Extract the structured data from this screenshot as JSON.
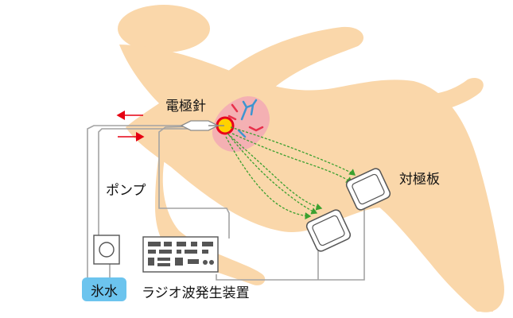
{
  "labels": {
    "needle": "電極針",
    "plate": "対極板",
    "pump": "ポンプ",
    "ice_water": "氷水",
    "generator": "ラジオ波発生装置"
  },
  "colors": {
    "body": "#fad7aa",
    "tissue": "#f4b0b3",
    "tumor_ring": "#e8001c",
    "tumor_core": "#ffd200",
    "current": "#3aa02f",
    "vessel_blue": "#3d95d0",
    "vessel_red": "#e8314b",
    "tube": "#a3a3a3",
    "flow_arrow": "#e60012",
    "ice_water": "#6cc4ee"
  },
  "icons": [
    "flow-out-arrow",
    "flow-in-arrow",
    "pump-icon",
    "generator-device",
    "counter-electrode-plate"
  ]
}
